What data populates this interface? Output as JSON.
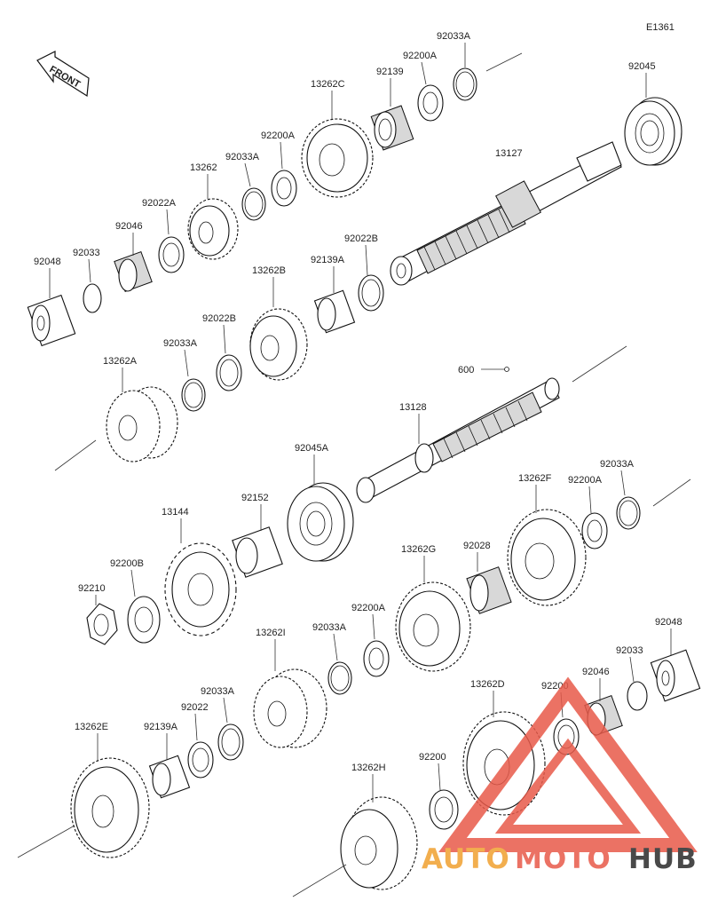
{
  "diagram_code": "E1361",
  "front_label": "FRONT",
  "parts": {
    "p92048_top": "92048",
    "p92033_top": "92033",
    "p92046_top": "92046",
    "p92022A": "92022A",
    "p13262": "13262",
    "p92033A_1": "92033A",
    "p92200A_1": "92200A",
    "p13262C": "13262C",
    "p92139": "92139",
    "p92200A_2": "92200A",
    "p92033A_2": "92033A",
    "p92045": "92045",
    "p13127": "13127",
    "p92022B_1": "92022B",
    "p92139A_1": "92139A",
    "p13262B": "13262B",
    "p92022B_2": "92022B",
    "p92033A_3": "92033A",
    "p13262A": "13262A",
    "p600": "600",
    "p13128": "13128",
    "p92045A": "92045A",
    "p92152": "92152",
    "p13144": "13144",
    "p92200B": "92200B",
    "p92210": "92210",
    "p13262F": "13262F",
    "p92200A_3": "92200A",
    "p92033A_4": "92033A",
    "p13262G": "13262G",
    "p92028": "92028",
    "p92200A_4": "92200A",
    "p92033A_5": "92033A",
    "p13262I": "13262I",
    "p92033A_6": "92033A",
    "p92022": "92022",
    "p92139A_2": "92139A",
    "p13262E": "13262E",
    "p13262D": "13262D",
    "p92200_1": "92200",
    "p92046_bot": "92046",
    "p92033_bot": "92033",
    "p92048_bot": "92048",
    "p92200_2": "92200",
    "p13262H": "13262H"
  },
  "watermark": {
    "auto": "AUTO",
    "moto": "MOTO",
    "hub": "HUB",
    "color_auto": "#f0a030",
    "color_moto": "#e85a4a",
    "color_hub": "#2a2a2a"
  }
}
